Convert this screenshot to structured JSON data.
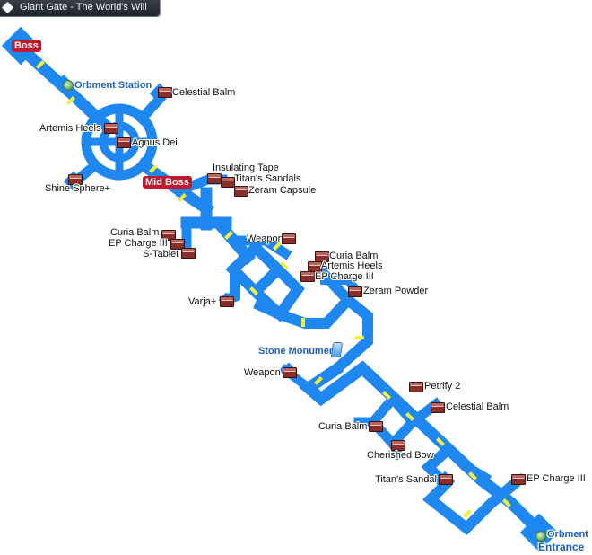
{
  "title": "Giant Gate - The World's Will",
  "colors": {
    "path": "#1e88f0",
    "path_edge": "#1565d8",
    "connector": "#f2f03c",
    "boss_tag": "#c01a2e",
    "label_blue": "#1a5fc8"
  },
  "markers": {
    "boss": "Boss",
    "mid_boss": "Mid Boss",
    "orbment_station": "Orbment Station",
    "orbment": "Orbment",
    "entrance": "Entrance",
    "stone_monument": "Stone Monument"
  },
  "items": {
    "celestial_balm_1": "Celestial Balm",
    "artemis_heels_1": "Artemis Heels",
    "agnus_dei": "Agnus Dei",
    "shine_sphere": "Shine Sphere+",
    "insulating_tape": "Insulating Tape",
    "titans_sandals": "Titan's Sandals",
    "zeram_capsule": "Zeram Capsule",
    "curia_balm_1": "Curia Balm",
    "ep_charge_iii_1": "EP Charge III",
    "s_tablet": "S-Tablet",
    "weapon_1": "Weapon",
    "curia_balm_2": "Curia Balm",
    "artemis_heels_2": "Artemis Heels",
    "ep_charge_iii_2": "EP Charge III",
    "zeram_powder": "Zeram Powder",
    "varja": "Varja+",
    "weapon_2": "Weapon",
    "petrify_2": "Petrify 2",
    "celestial_balm_2": "Celestial Balm",
    "curia_balm_3": "Curia Balm",
    "cherished_bow": "Cherished Bow",
    "titans_sandal": "Titan's Sandal",
    "ep_charge_iii_3": "EP Charge III"
  },
  "icons": [
    "treasure-chest-icon",
    "orbment-station-icon",
    "stone-monument-icon"
  ]
}
